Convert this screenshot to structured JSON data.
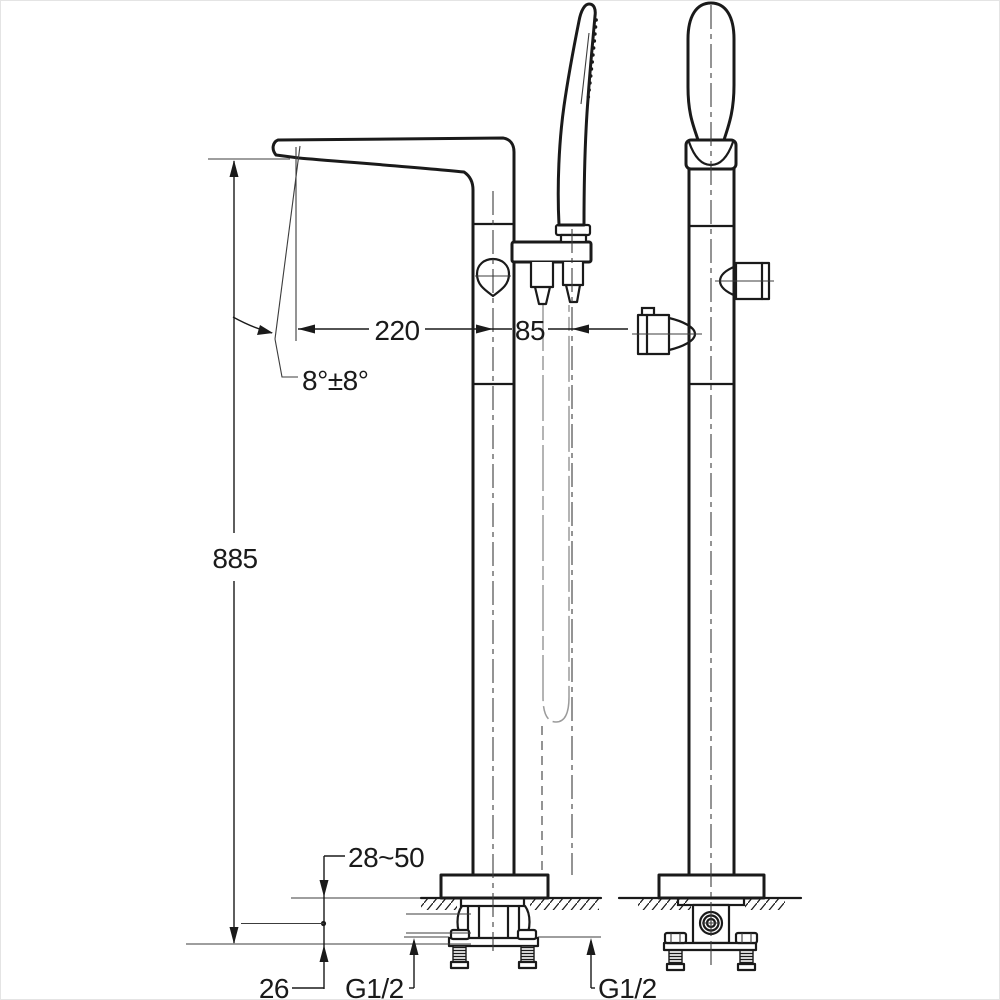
{
  "drawing": {
    "background": "#ffffff",
    "colors": {
      "line": "#1a1a1a",
      "thin": "#3c3c3c",
      "hose": "#9b9b9b",
      "frame": "#e4e4e4"
    },
    "dimensions": {
      "height": {
        "label": "885"
      },
      "spout_reach": {
        "label": "220"
      },
      "handshower_offset": {
        "label": "85"
      },
      "spout_angle": {
        "label": "8°±8°"
      },
      "mounting_depth": {
        "label": "28~50"
      },
      "inlet_axis_offset": {
        "label": "26"
      },
      "inlet_thread_left": {
        "label": "G1/2"
      },
      "inlet_thread_right": {
        "label": "G1/2"
      }
    }
  }
}
